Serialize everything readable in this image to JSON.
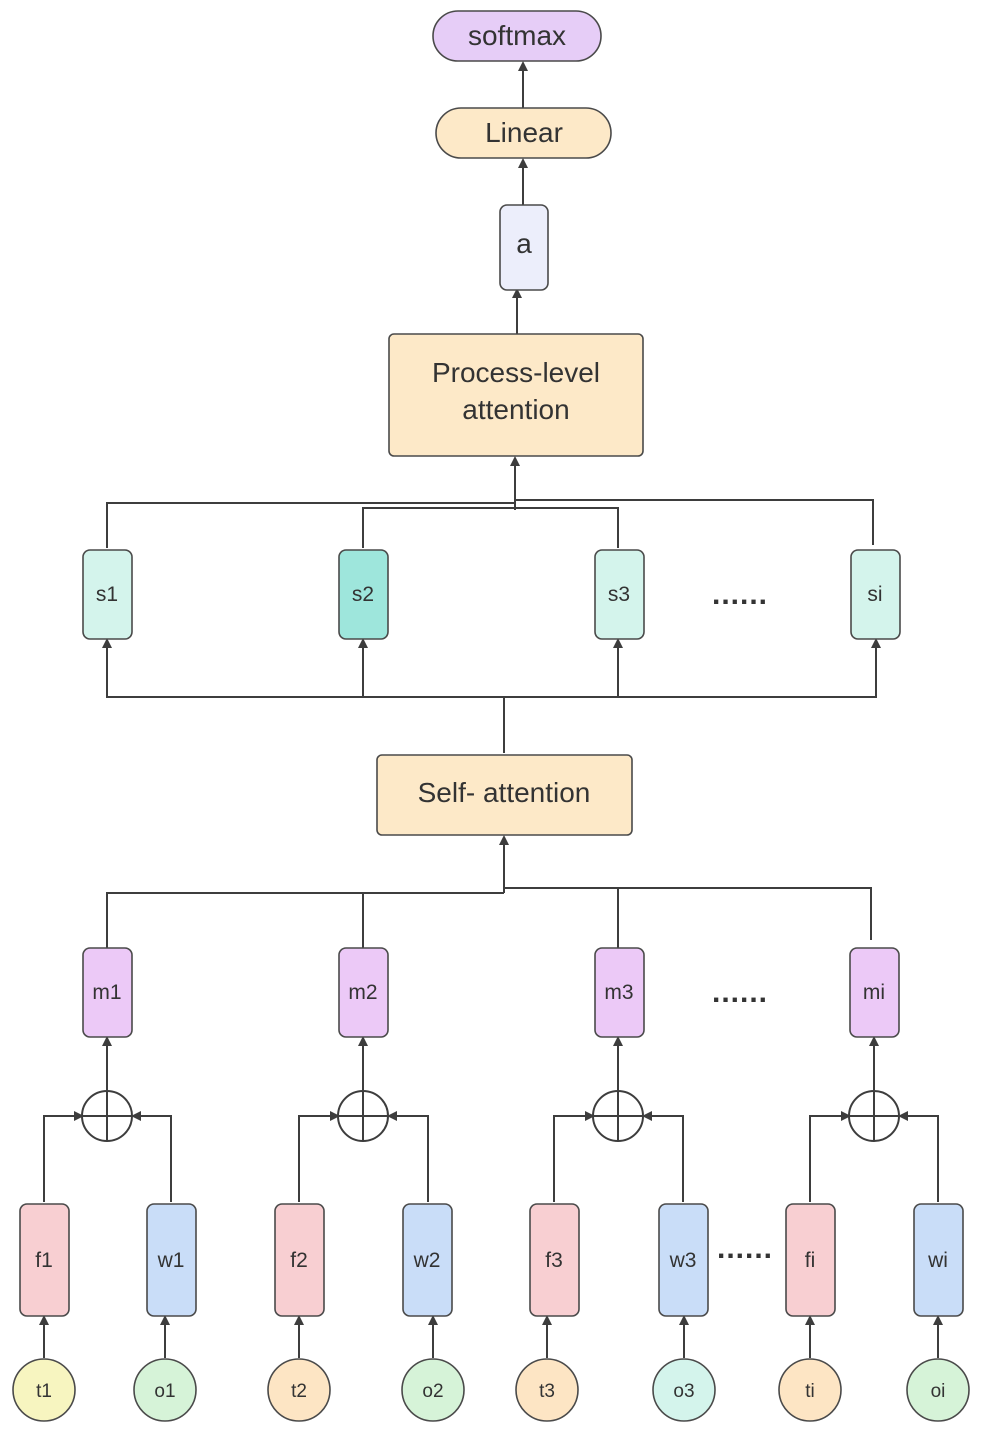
{
  "colors": {
    "softmax": "#e6cdf7",
    "orange": "#fde9c8",
    "a": "#eceefb",
    "s_light": "#d4f4ec",
    "s_dark": "#9ee6dc",
    "m": "#ecc9f7",
    "f": "#f8cfd2",
    "w": "#c9ddf8",
    "t_yellow": "#f7f5c0",
    "t_orange": "#fde5c4",
    "o_green": "#d6f3d8",
    "o_teal": "#d4f4ec"
  },
  "nodes": {
    "softmax": "softmax",
    "linear": "Linear",
    "a": "a",
    "process_attention": [
      "Process-level",
      "attention"
    ],
    "self_attention": "Self- attention",
    "s": [
      "s1",
      "s2",
      "s3",
      "si"
    ],
    "m": [
      "m1",
      "m2",
      "m3",
      "mi"
    ],
    "f": [
      "f1",
      "f2",
      "f3",
      "fi"
    ],
    "w": [
      "w1",
      "w2",
      "w3",
      "wi"
    ],
    "t": [
      "t1",
      "t2",
      "t3",
      "ti"
    ],
    "o": [
      "o1",
      "o2",
      "o3",
      "oi"
    ]
  },
  "ellipsis": "......"
}
